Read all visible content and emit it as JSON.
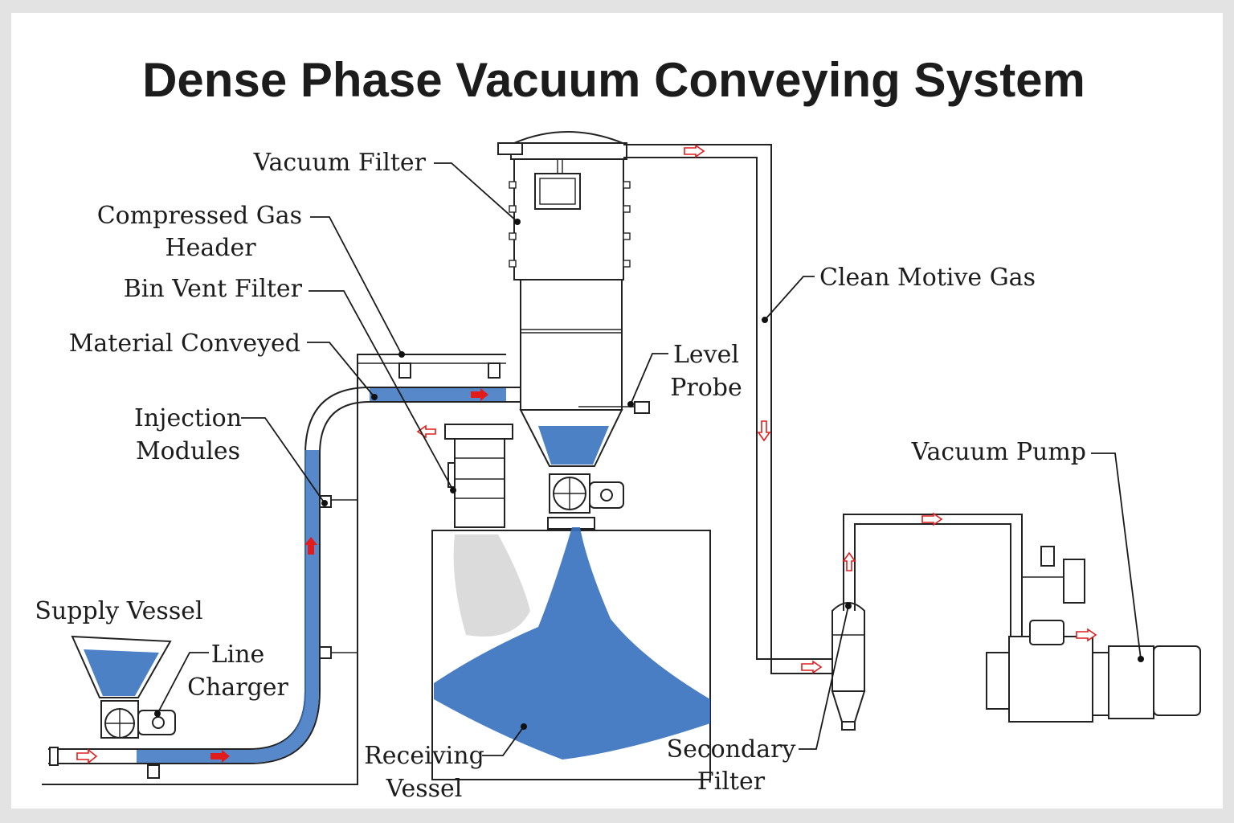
{
  "title": "Dense Phase Vacuum Conveying System",
  "labels": {
    "vacuum_filter": "Vacuum Filter",
    "compressed_gas_header_1": "Compressed Gas",
    "compressed_gas_header_2": "Header",
    "bin_vent_filter": "Bin Vent Filter",
    "material_conveyed": "Material Conveyed",
    "injection_modules_1": "Injection",
    "injection_modules_2": "Modules",
    "supply_vessel": "Supply Vessel",
    "line_charger_1": "Line",
    "line_charger_2": "Charger",
    "receiving_vessel_1": "Receiving",
    "receiving_vessel_2": "Vessel",
    "level_probe_1": "Level",
    "level_probe_2": "Probe",
    "clean_motive_gas": "Clean Motive Gas",
    "vacuum_pump": "Vacuum Pump",
    "secondary_filter_1": "Secondary",
    "secondary_filter_2": "Filter"
  },
  "colors": {
    "material": "#3a73c0",
    "flow_arrow": "#e21b1b",
    "line": "#222222"
  }
}
